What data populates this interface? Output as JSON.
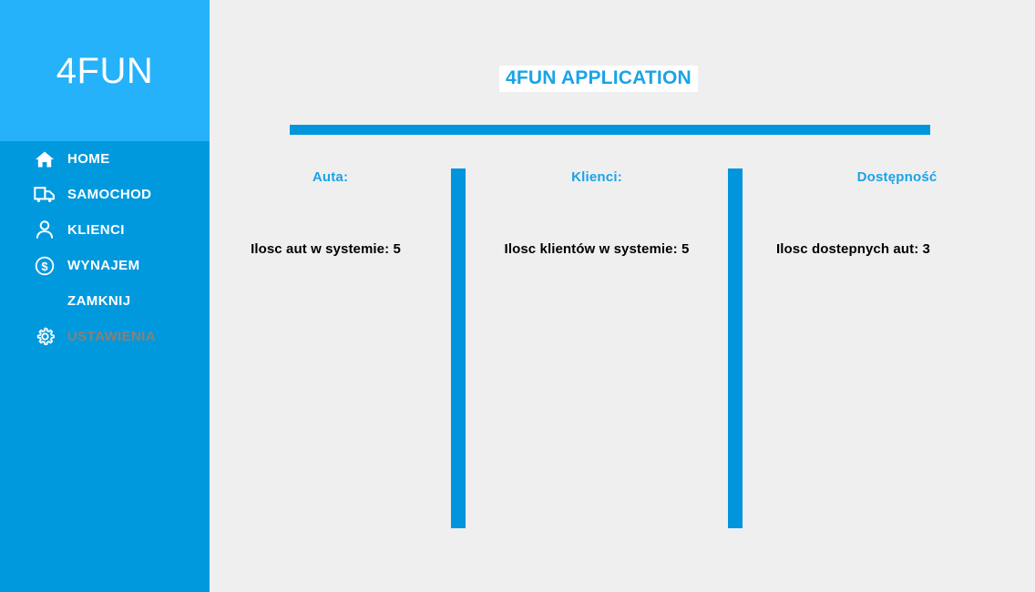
{
  "sidebar": {
    "brand": "4FUN",
    "brand_bg": "#26b1fb",
    "body_bg": "#0099de",
    "items": [
      {
        "label": "HOME",
        "icon": "home-icon",
        "muted": false
      },
      {
        "label": "SAMOCHOD",
        "icon": "truck-icon",
        "muted": false
      },
      {
        "label": "KLIENCI",
        "icon": "person-icon",
        "muted": false
      },
      {
        "label": "WYNAJEM",
        "icon": "dollar-circle-icon",
        "muted": false
      },
      {
        "label": "ZAMKNIJ",
        "icon": "none",
        "muted": false
      },
      {
        "label": "USTAWIENIA",
        "icon": "gear-icon",
        "muted": true
      }
    ]
  },
  "main": {
    "title": "4FUN APPLICATION",
    "title_color": "#1aa3e8",
    "title_bg": "#ffffff",
    "accent_color": "#0095dc",
    "background": "#efefef",
    "columns": [
      {
        "header": "Auta:",
        "value": "Ilosc aut w systemie: 5"
      },
      {
        "header": "Klienci:",
        "value": "Ilosc klientów w systemie: 5"
      },
      {
        "header": "Dostępność",
        "value": "Ilosc dostepnych aut: 3"
      }
    ]
  }
}
